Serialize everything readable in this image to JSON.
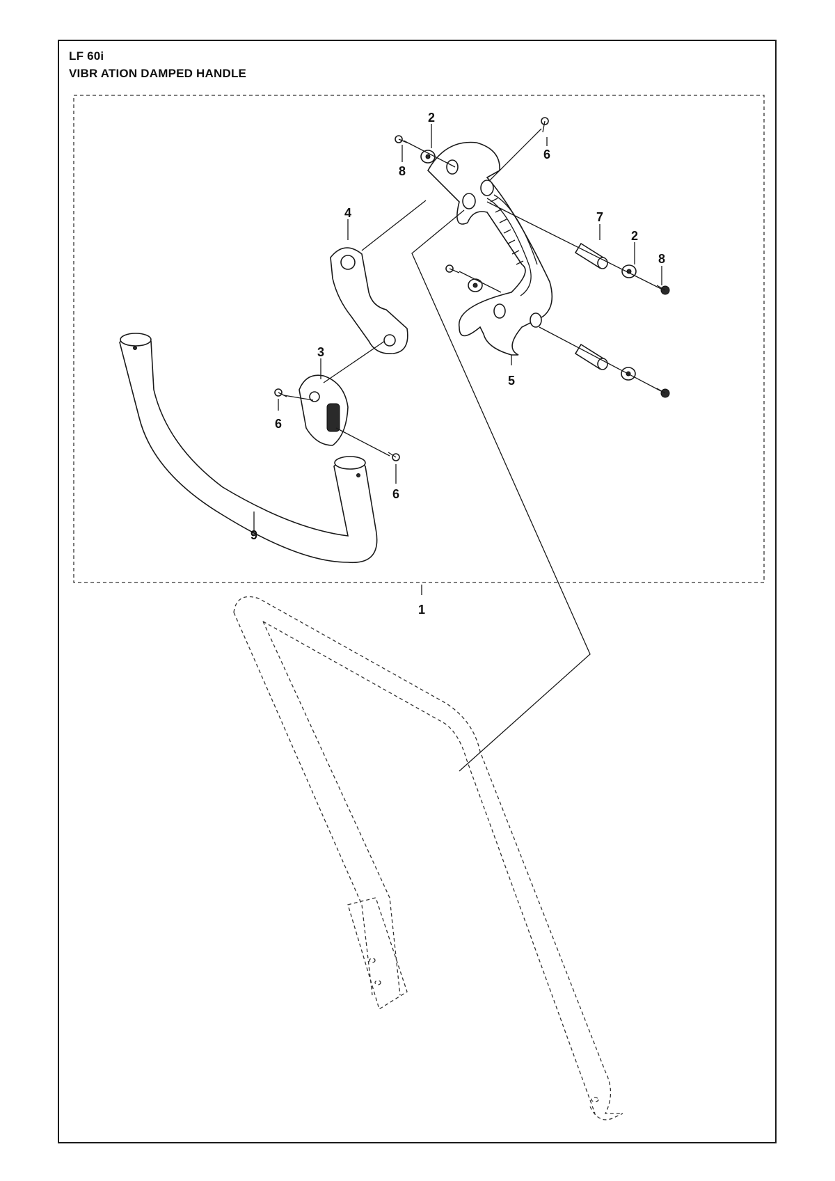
{
  "header": {
    "model": "LF 60i",
    "section": "VIBR ATION DAMPED HANDLE"
  },
  "callouts": [
    "1",
    "2",
    "2",
    "3",
    "4",
    "5",
    "6",
    "6",
    "6",
    "7",
    "8",
    "8",
    "9"
  ]
}
